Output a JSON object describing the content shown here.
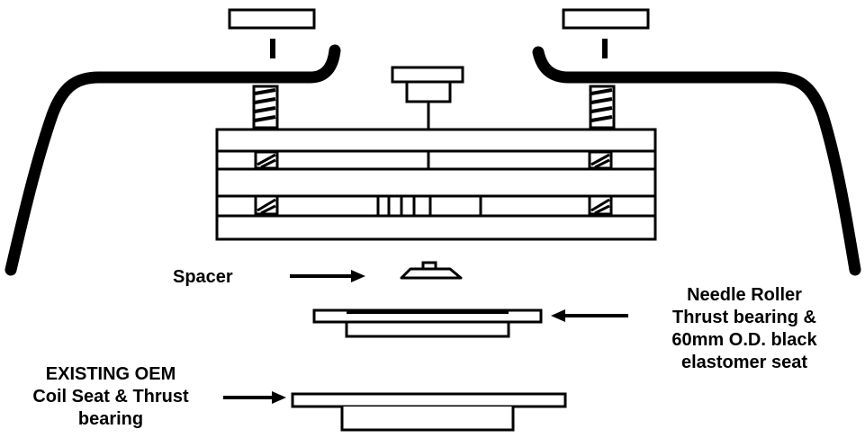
{
  "labels": {
    "spacer": "Spacer",
    "needle_roller": [
      "Needle Roller",
      "Thrust bearing &",
      "60mm O.D. black",
      "elastomer seat"
    ],
    "existing_oem": [
      "EXISTING OEM",
      "Coil Seat & Thrust",
      "bearing"
    ]
  },
  "colors": {
    "ink": "#000000",
    "paper": "#ffffff"
  }
}
